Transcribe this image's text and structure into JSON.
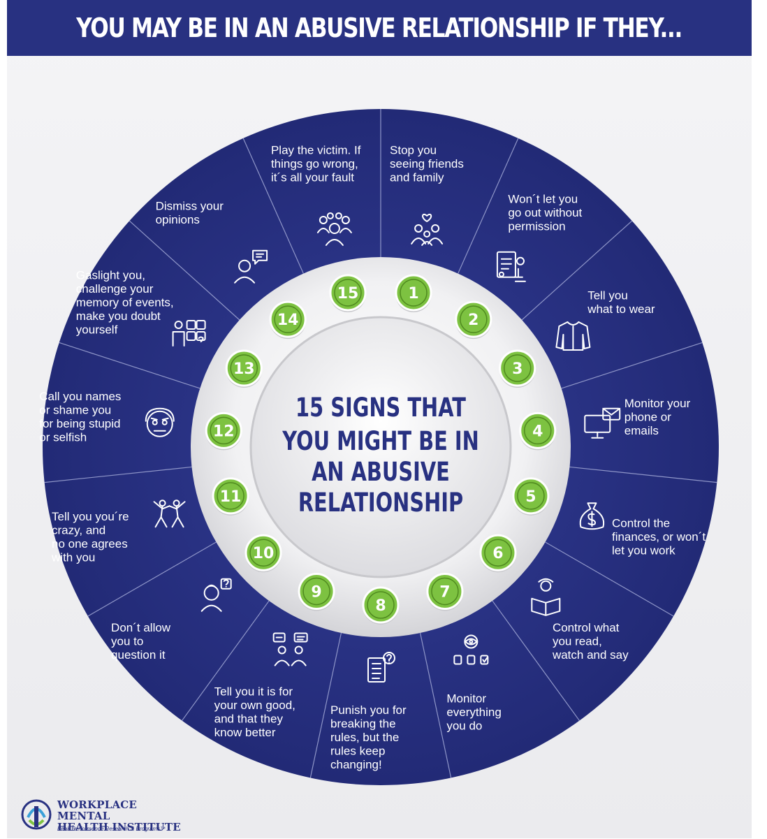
{
  "header": {
    "title": "YOU MAY BE IN AN ABUSIVE RELATIONSHIP IF THEY..."
  },
  "center": {
    "lines": [
      "15 SIGNS THAT",
      "YOU MIGHT BE IN",
      "AN ABUSIVE",
      "RELATIONSHIP"
    ]
  },
  "colors": {
    "navy": "#283181",
    "green": "#7dc241",
    "green_dark": "#4f8a1f",
    "white": "#ffffff"
  },
  "signs": [
    {
      "number": "1",
      "lines": [
        "Stop you",
        "seeing friends",
        "and family"
      ],
      "icon": "family-heart-icon"
    },
    {
      "number": "2",
      "lines": [
        "Won´t let you",
        "go out without",
        "permission"
      ],
      "icon": "permission-document-icon"
    },
    {
      "number": "3",
      "lines": [
        "Tell you",
        "what to wear"
      ],
      "icon": "jacket-icon"
    },
    {
      "number": "4",
      "lines": [
        "Monitor your",
        "phone or",
        "emails"
      ],
      "icon": "monitor-email-icon"
    },
    {
      "number": "5",
      "lines": [
        "Control the",
        "finances, or won´t",
        "let you work"
      ],
      "icon": "money-bag-icon"
    },
    {
      "number": "6",
      "lines": [
        "Control what",
        "you read,",
        "watch and say"
      ],
      "icon": "person-reading-icon"
    },
    {
      "number": "7",
      "lines": [
        "Monitor",
        "everything",
        "you do"
      ],
      "icon": "eye-surveillance-icon"
    },
    {
      "number": "8",
      "lines": [
        "Punish you for",
        "breaking the",
        "rules, but the",
        "rules keep",
        "changing!"
      ],
      "icon": "rules-checklist-icon"
    },
    {
      "number": "9",
      "lines": [
        "Tell you it is for",
        "your own good,",
        "and that they",
        "know better"
      ],
      "icon": "two-people-discussion-icon"
    },
    {
      "number": "10",
      "lines": [
        "Don´t allow",
        "you to",
        "question it"
      ],
      "icon": "person-question-icon"
    },
    {
      "number": "11",
      "lines": [
        "Tell you you´re",
        "crazy, and",
        "no one agrees",
        "with you"
      ],
      "icon": "people-jumping-icon"
    },
    {
      "number": "12",
      "lines": [
        "Call you names",
        "or shame you",
        "for being stupid",
        "or selfish"
      ],
      "icon": "angry-face-icon"
    },
    {
      "number": "13",
      "lines": [
        "Gaslight you,",
        "challenge your",
        "memory of events,",
        "make you doubt",
        "yourself"
      ],
      "icon": "puzzle-person-icon"
    },
    {
      "number": "14",
      "lines": [
        "Dismiss your",
        "opinions"
      ],
      "icon": "speech-person-icon"
    },
    {
      "number": "15",
      "lines": [
        "Play the victim. If",
        "things go wrong,",
        "it´s all your fault"
      ],
      "icon": "crowd-victim-icon"
    }
  ],
  "footer": {
    "org_line1": "WORKPLACE MENTAL",
    "org_line2": "HEALTH INSTITUTE",
    "tagline": "Peak Performance Research & Programs™"
  }
}
